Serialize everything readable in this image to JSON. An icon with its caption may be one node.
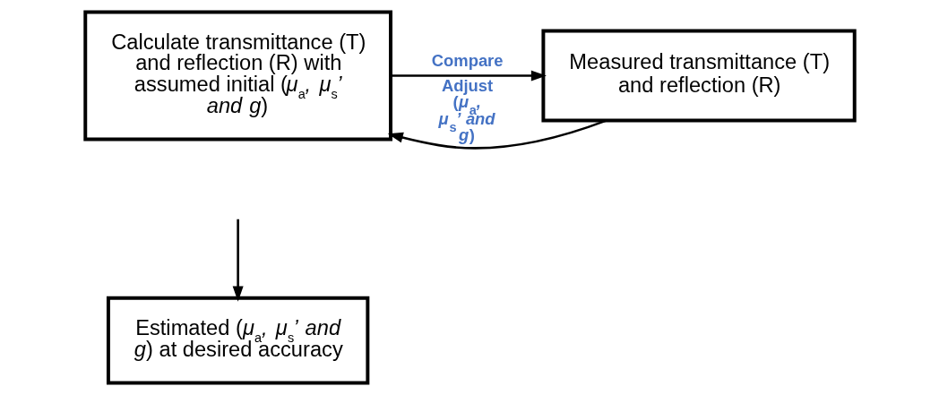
{
  "diagram": {
    "nodes": [
      {
        "text": [
          "Calculate transmittance (T) and reflection (R) with assumed initial (*μ*$_{a}$*,* *μ*$_{s}$*’* *and* *g*)"
        ]
      },
      {
        "text": [
          "Measured transmittance (T) and reflection (R)"
        ]
      },
      {
        "text": [
          "Estimated (*μ*$_{a}$*,* *μ*$_{s}$*’* *and* *g*) at desired accuracy"
        ]
      }
    ],
    "edges": [
      {
        "from": 0,
        "to": 1,
        "arrow": "to",
        "label": "Compare"
      },
      {
        "from": 1,
        "to": 0,
        "arrow": "to",
        "label": "Adjust (*μ*$_{a}$*,* *μ*$_{s}$*’* *and* *g*)"
      },
      {
        "from": null,
        "to": 2,
        "arrow": "to"
      }
    ]
  }
}
